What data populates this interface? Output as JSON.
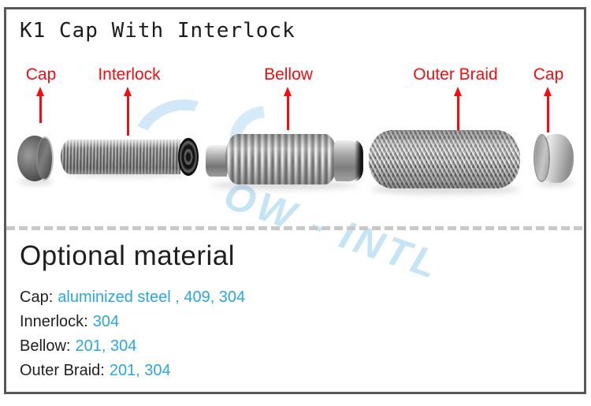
{
  "page": {
    "title": "K1 Cap With Interlock"
  },
  "colors": {
    "label_red": "#f10e10",
    "material_blue": "#29a7e0",
    "frame_border": "#58585a"
  },
  "diagram": {
    "labels": [
      "Cap",
      "Interlock",
      "Bellow",
      "Outer Braid",
      "Cap"
    ],
    "watermark": "OW - INTL"
  },
  "materials": {
    "heading": "Optional material",
    "rows": [
      {
        "name": "Cap:",
        "value": "aluminized steel , 409, 304"
      },
      {
        "name": "Innerlock:",
        "value": "304"
      },
      {
        "name": "Bellow:",
        "value": "201, 304"
      },
      {
        "name": "Outer Braid:",
        "value": "201, 304"
      }
    ]
  }
}
